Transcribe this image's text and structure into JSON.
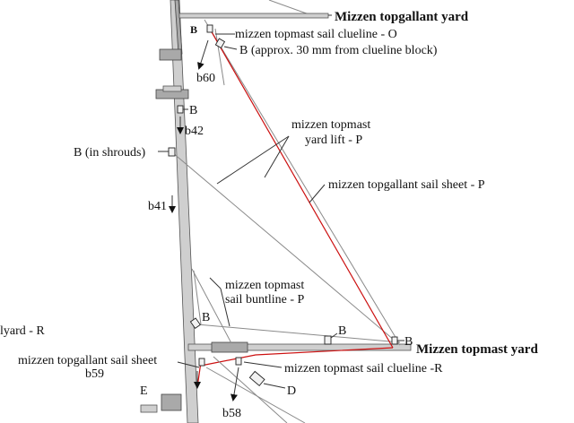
{
  "labels": {
    "mizzen_topgallant_yard": "Mizzen topgallant yard",
    "clueline_o": "mizzen topmast sail clueline - O",
    "b_top": "B",
    "b_approx": "B (approx. 30 mm from clueline block)",
    "b60": "b60",
    "b_mast_top": "B",
    "b42": "b42",
    "yard_lift_line1": "mizzen topmast",
    "yard_lift_line2": "yard lift - P",
    "b_in_shrouds": "B (in shrouds)",
    "topgallant_sheet_p": "mizzen topgallant sail sheet - P",
    "b41": "b41",
    "buntline_line1": "mizzen topmast",
    "buntline_line2": "sail buntline - P",
    "b_buntline": "B",
    "halyard_r": "lyard - R",
    "b_yard_mid": "B",
    "b_yard_end": "B",
    "mizzen_topmast_yard": "Mizzen topmast yard",
    "topgallant_sheet": "mizzen topgallant sail sheet",
    "b59": "b59",
    "clueline_r": "mizzen topmast sail clueline -R",
    "e_label": "E",
    "d_label": "D",
    "b58": "b58"
  },
  "colors": {
    "sheet_line": "#cc1010",
    "rigging_line": "#8a8a8a",
    "text": "#111111"
  }
}
